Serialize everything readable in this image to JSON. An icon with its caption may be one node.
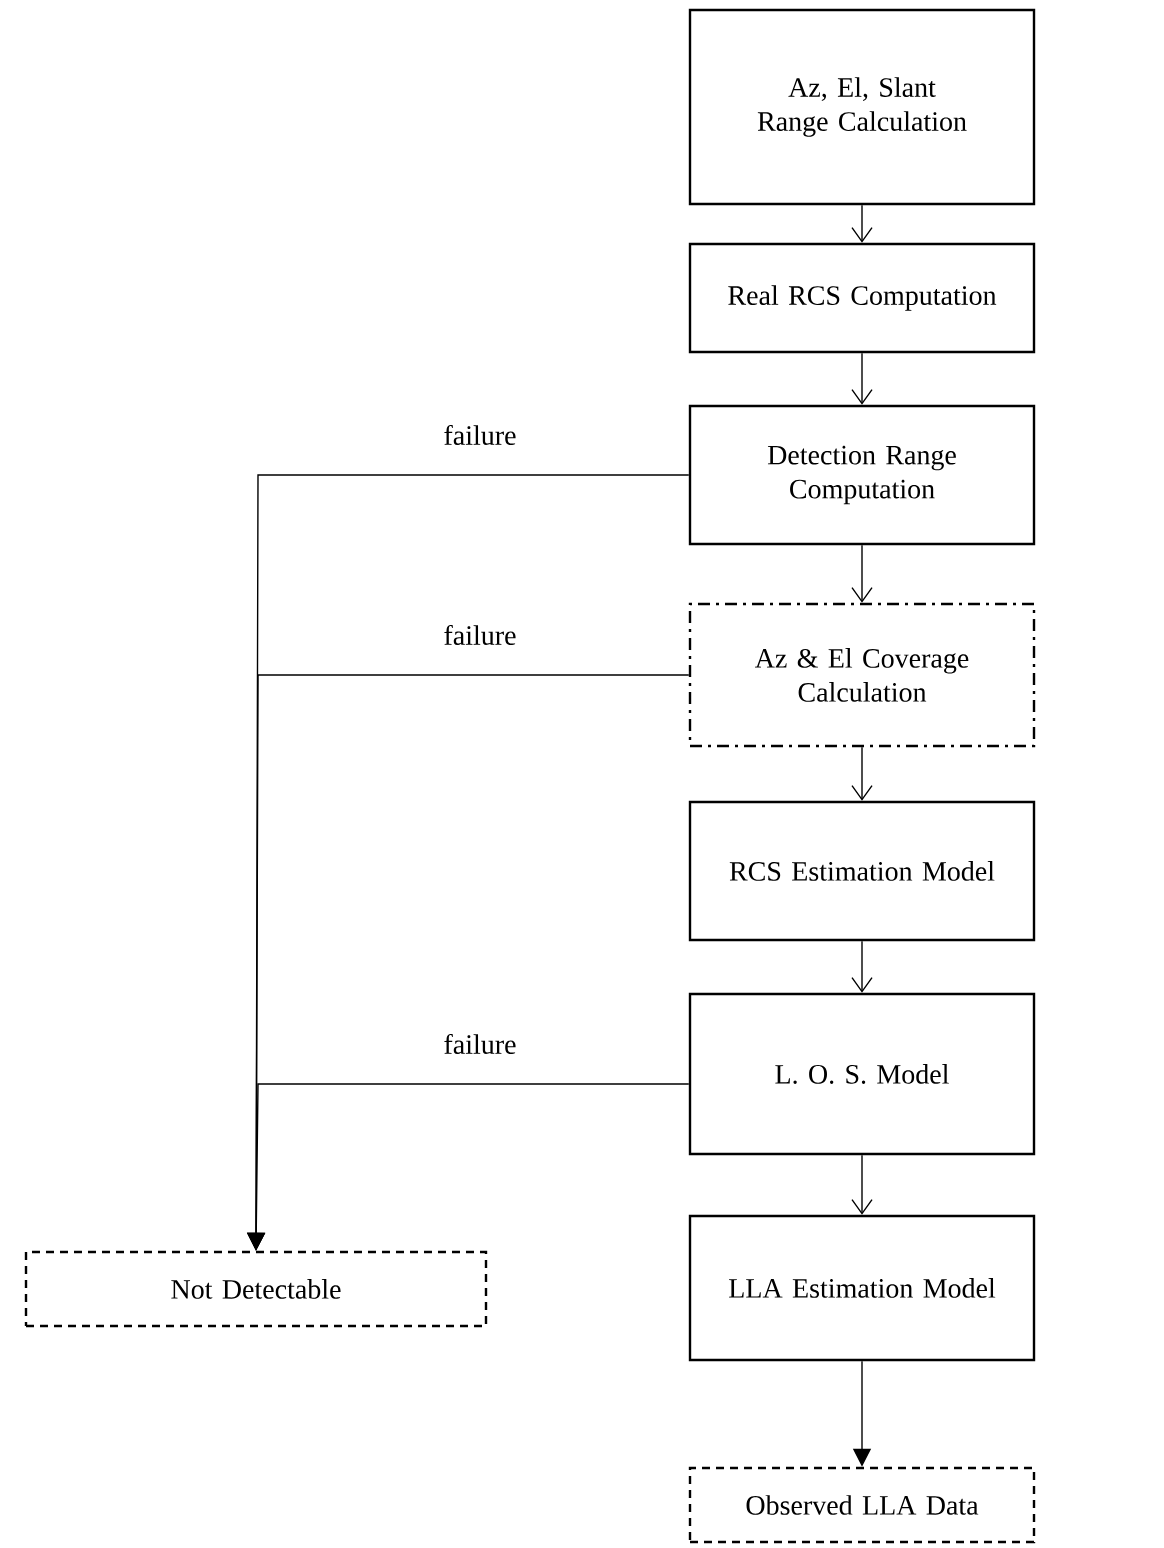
{
  "diagram": {
    "nodes": [
      {
        "text": [
          "Az, El, Slant Range Calculation"
        ]
      },
      {
        "text": [
          "Real RCS Computation"
        ]
      },
      {
        "text": [
          "Detection Range Computation"
        ]
      },
      {
        "text": [
          "Az & El Coverage Calculation"
        ]
      },
      {
        "text": [
          "RCS Estimation Model"
        ]
      },
      {
        "text": [
          "L. O. S.  Model"
        ]
      },
      {
        "text": [
          "Not Detectable"
        ]
      },
      {
        "text": [
          "LLA Estimation Model"
        ]
      },
      {
        "text": [
          "Observed LLA Data"
        ]
      }
    ],
    "edges": [
      {
        "from": 0,
        "to": 1,
        "arrow": "to"
      },
      {
        "from": 1,
        "to": 2,
        "arrow": "to"
      },
      {
        "from": 2,
        "to": 3,
        "arrow": "to"
      },
      {
        "from": 3,
        "to": 4,
        "arrow": "to"
      },
      {
        "from": 4,
        "to": 5,
        "arrow": "to"
      },
      {
        "from": 5,
        "to": 7,
        "arrow": "to"
      },
      {
        "from": 7,
        "to": 8,
        "arrow": "to"
      },
      {
        "from": 2,
        "to": 6,
        "arrow": "to",
        "label": "failure"
      },
      {
        "from": 3,
        "to": 6,
        "arrow": "to",
        "label": "failure"
      },
      {
        "from": 5,
        "to": 6,
        "arrow": "to",
        "label": "failure"
      }
    ]
  }
}
